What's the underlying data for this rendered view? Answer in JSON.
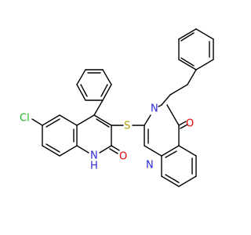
{
  "atoms": {
    "cl": {
      "text": "Cl",
      "color": "#1db31d"
    },
    "s": {
      "text": "S",
      "color": "#b3a000"
    },
    "o_quinolinone": {
      "text": "O",
      "color": "#e00000"
    },
    "o_quinazolinone": {
      "text": "O",
      "color": "#e00000"
    },
    "n_amide": {
      "text": "N",
      "color": "#2a2ad6"
    },
    "h_amide": {
      "text": "H",
      "color": "#2a2ad6"
    },
    "n_ring3": {
      "text": "N",
      "color": "#2a2ad6"
    },
    "n_ring1": {
      "text": "N",
      "color": "#2a2ad6"
    }
  }
}
